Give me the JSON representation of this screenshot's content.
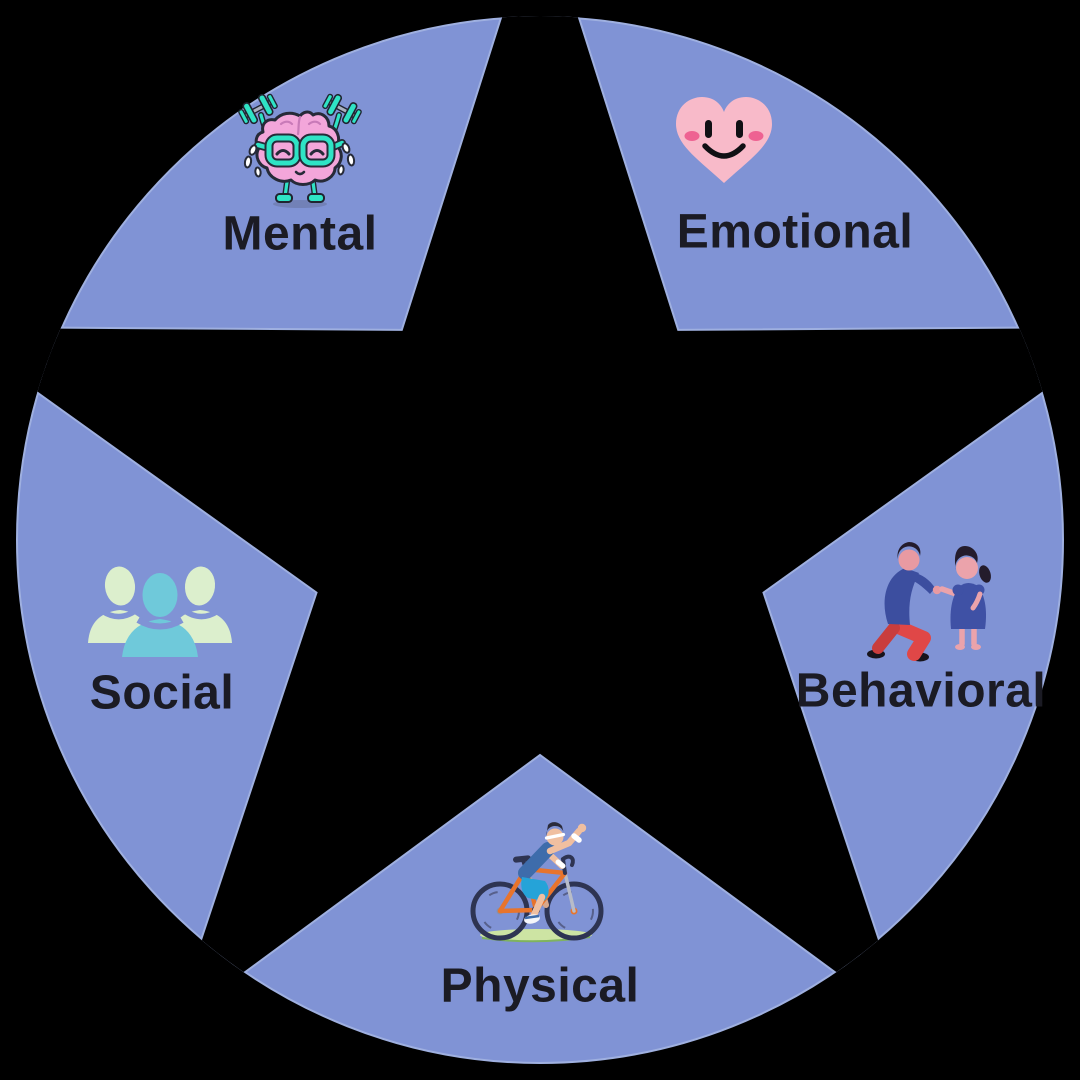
{
  "page": {
    "background_color": "#000000"
  },
  "diagram": {
    "type": "five-segment circular wellness diagram with star-shaped center cutout",
    "wedge_color": "#8093d5",
    "edge_highlight_color": "#9fb0e0",
    "label_color": "#1b1b24",
    "cutout_color": "#000000",
    "sections": [
      {
        "label": "Mental",
        "icon": "brain-lifting-dumbbells-icon",
        "position": "top-left"
      },
      {
        "label": "Emotional",
        "icon": "smiling-heart-icon",
        "position": "top-right"
      },
      {
        "label": "Social",
        "icon": "people-group-icon",
        "position": "left"
      },
      {
        "label": "Behavioral",
        "icon": "parent-child-icon",
        "position": "right"
      },
      {
        "label": "Physical",
        "icon": "person-cycling-icon",
        "position": "bottom"
      }
    ],
    "icon_palette": {
      "brain_pink": "#f3a6da",
      "teal": "#2fe3c5",
      "heart_pink": "#f8bac9",
      "cheek_pink": "#ee6292",
      "people_mint": "#dcefcd",
      "people_teal": "#6fc9da",
      "shirt_blue": "#3c4e9f",
      "pants_red": "#e04747",
      "bike_orange": "#e8742c",
      "shorts_blue": "#25a3d8",
      "grass_green": "#cde4a3"
    }
  }
}
